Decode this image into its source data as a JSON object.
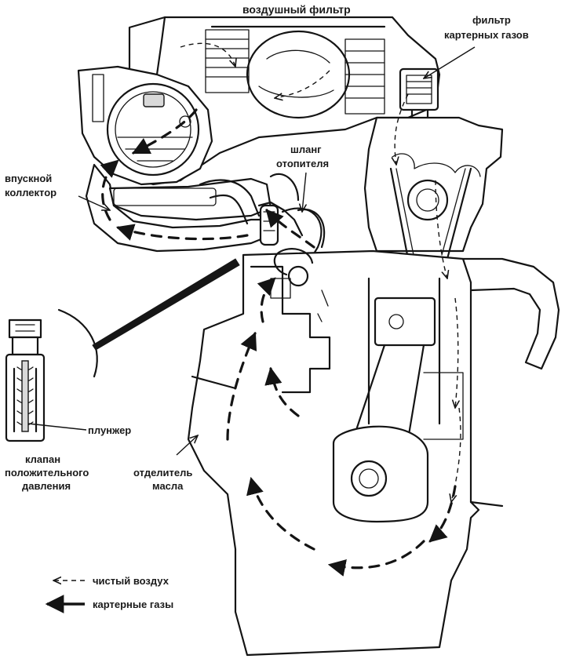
{
  "labels": {
    "air_filter": "воздушный фильтр",
    "crankcase_filter_line1": "фильтр",
    "crankcase_filter_line2": "картерных газов",
    "intake_manifold_line1": "впускной",
    "intake_manifold_line2": "коллектор",
    "heater_hose_line1": "шланг",
    "heater_hose_line2": "отопителя",
    "plunger": "плунжер",
    "pcv_valve_line1": "клапан",
    "pcv_valve_line2": "положительного",
    "pcv_valve_line3": "давления",
    "oil_separator_line1": "отделитель",
    "oil_separator_line2": "масла"
  },
  "legend": {
    "clean_air": "чистый воздух",
    "crankcase_gases": "картерные газы"
  }
}
